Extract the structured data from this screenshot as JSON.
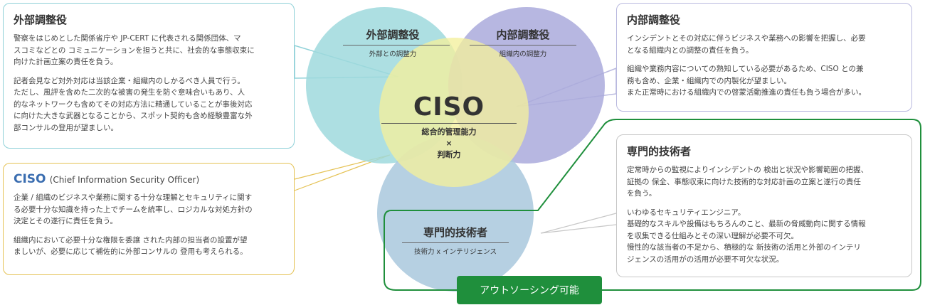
{
  "external": {
    "title": "外部調整役",
    "p1": "警察をはじめとした関係省庁や JP-CERT に代表される関係団体、マ\nスコミなどとの コミュニケーションを担うと共に、社会的な事態収束に\n向けた計画立案の責任を負う。",
    "p2": "記者会見など対外対応は当該企業・組織内のしかるべき人員で行う。\nただし、風評を含めた二次的な被害の発生を防ぐ意味合いもあり、人\n的なネットワークも含めてその対応方法に精通していることが事後対応\nに向けた大きな武器となることから、スポット契約も含め経験豊富な外\n部コンサルの登用が望ましい。"
  },
  "internal": {
    "title": "内部調整役",
    "p1": "インシデントとその対応に伴うビジネスや業務への影響を把握し、必要\nとなる組織内との調整の責任を負う。",
    "p2": "組織や業務内容についての熟知している必要があるため、CISO との兼\n務も含め、企業・組織内での内製化が望ましい。\nまた正常時における組織内での啓蒙活動推進の責任も負う場合が多い。"
  },
  "ciso_box": {
    "acronym": "CISO",
    "full": "(Chief Information Security Officer)",
    "p1": "企業 / 組織のビジネスや業務に関する十分な理解とセキュリティに関す\nる必要十分な知識を持った上でチームを統率し、ロジカルな対処方針の\n決定とその遂行に責任を負う。",
    "p2": "組織内において必要十分な権限を委譲 された内部の担当者の設置が望\nましいが、必要に応じて補佐的に外部コンサルの 登用も考えられる。"
  },
  "tech": {
    "title": "専門的技術者",
    "p1": "定常時からの監視によりインシデントの 検出と状況や影響範囲の把握、\n証拠の 保全、事態収束に向けた技術的な対応計画の立案と遂行の責任\nを負う。",
    "p2": "いわゆるセキュリティエンジニア。\n基礎的なスキルや設備はもちろんのこと、最新の脅威動向に関する情報\nを収集できる仕組みとその深い理解が必要不可欠。\n慢性的な該当者の不足から、積極的な 新技術の活用と外部のインテリ\nジェンスの活用がの活用が必要不可欠な状況。"
  },
  "venn": {
    "external": {
      "title": "外部調整役",
      "sub": "外部との調整力",
      "color": "#9fd9dd"
    },
    "internal": {
      "title": "内部調整役",
      "sub": "組織内の調整力",
      "color": "#aaaadc"
    },
    "tech": {
      "title": "専門的技術者",
      "sub": "技術力 x インテリジェンス",
      "color": "#a9c8dd"
    },
    "ciso": {
      "title": "CISO",
      "line1": "総合的管理能力",
      "line2": "×",
      "line3": "判断力",
      "color": "#f3ef9c"
    }
  },
  "outsourcing_label": "アウトソーシング可能",
  "colors": {
    "green": "#1f8f3c"
  }
}
